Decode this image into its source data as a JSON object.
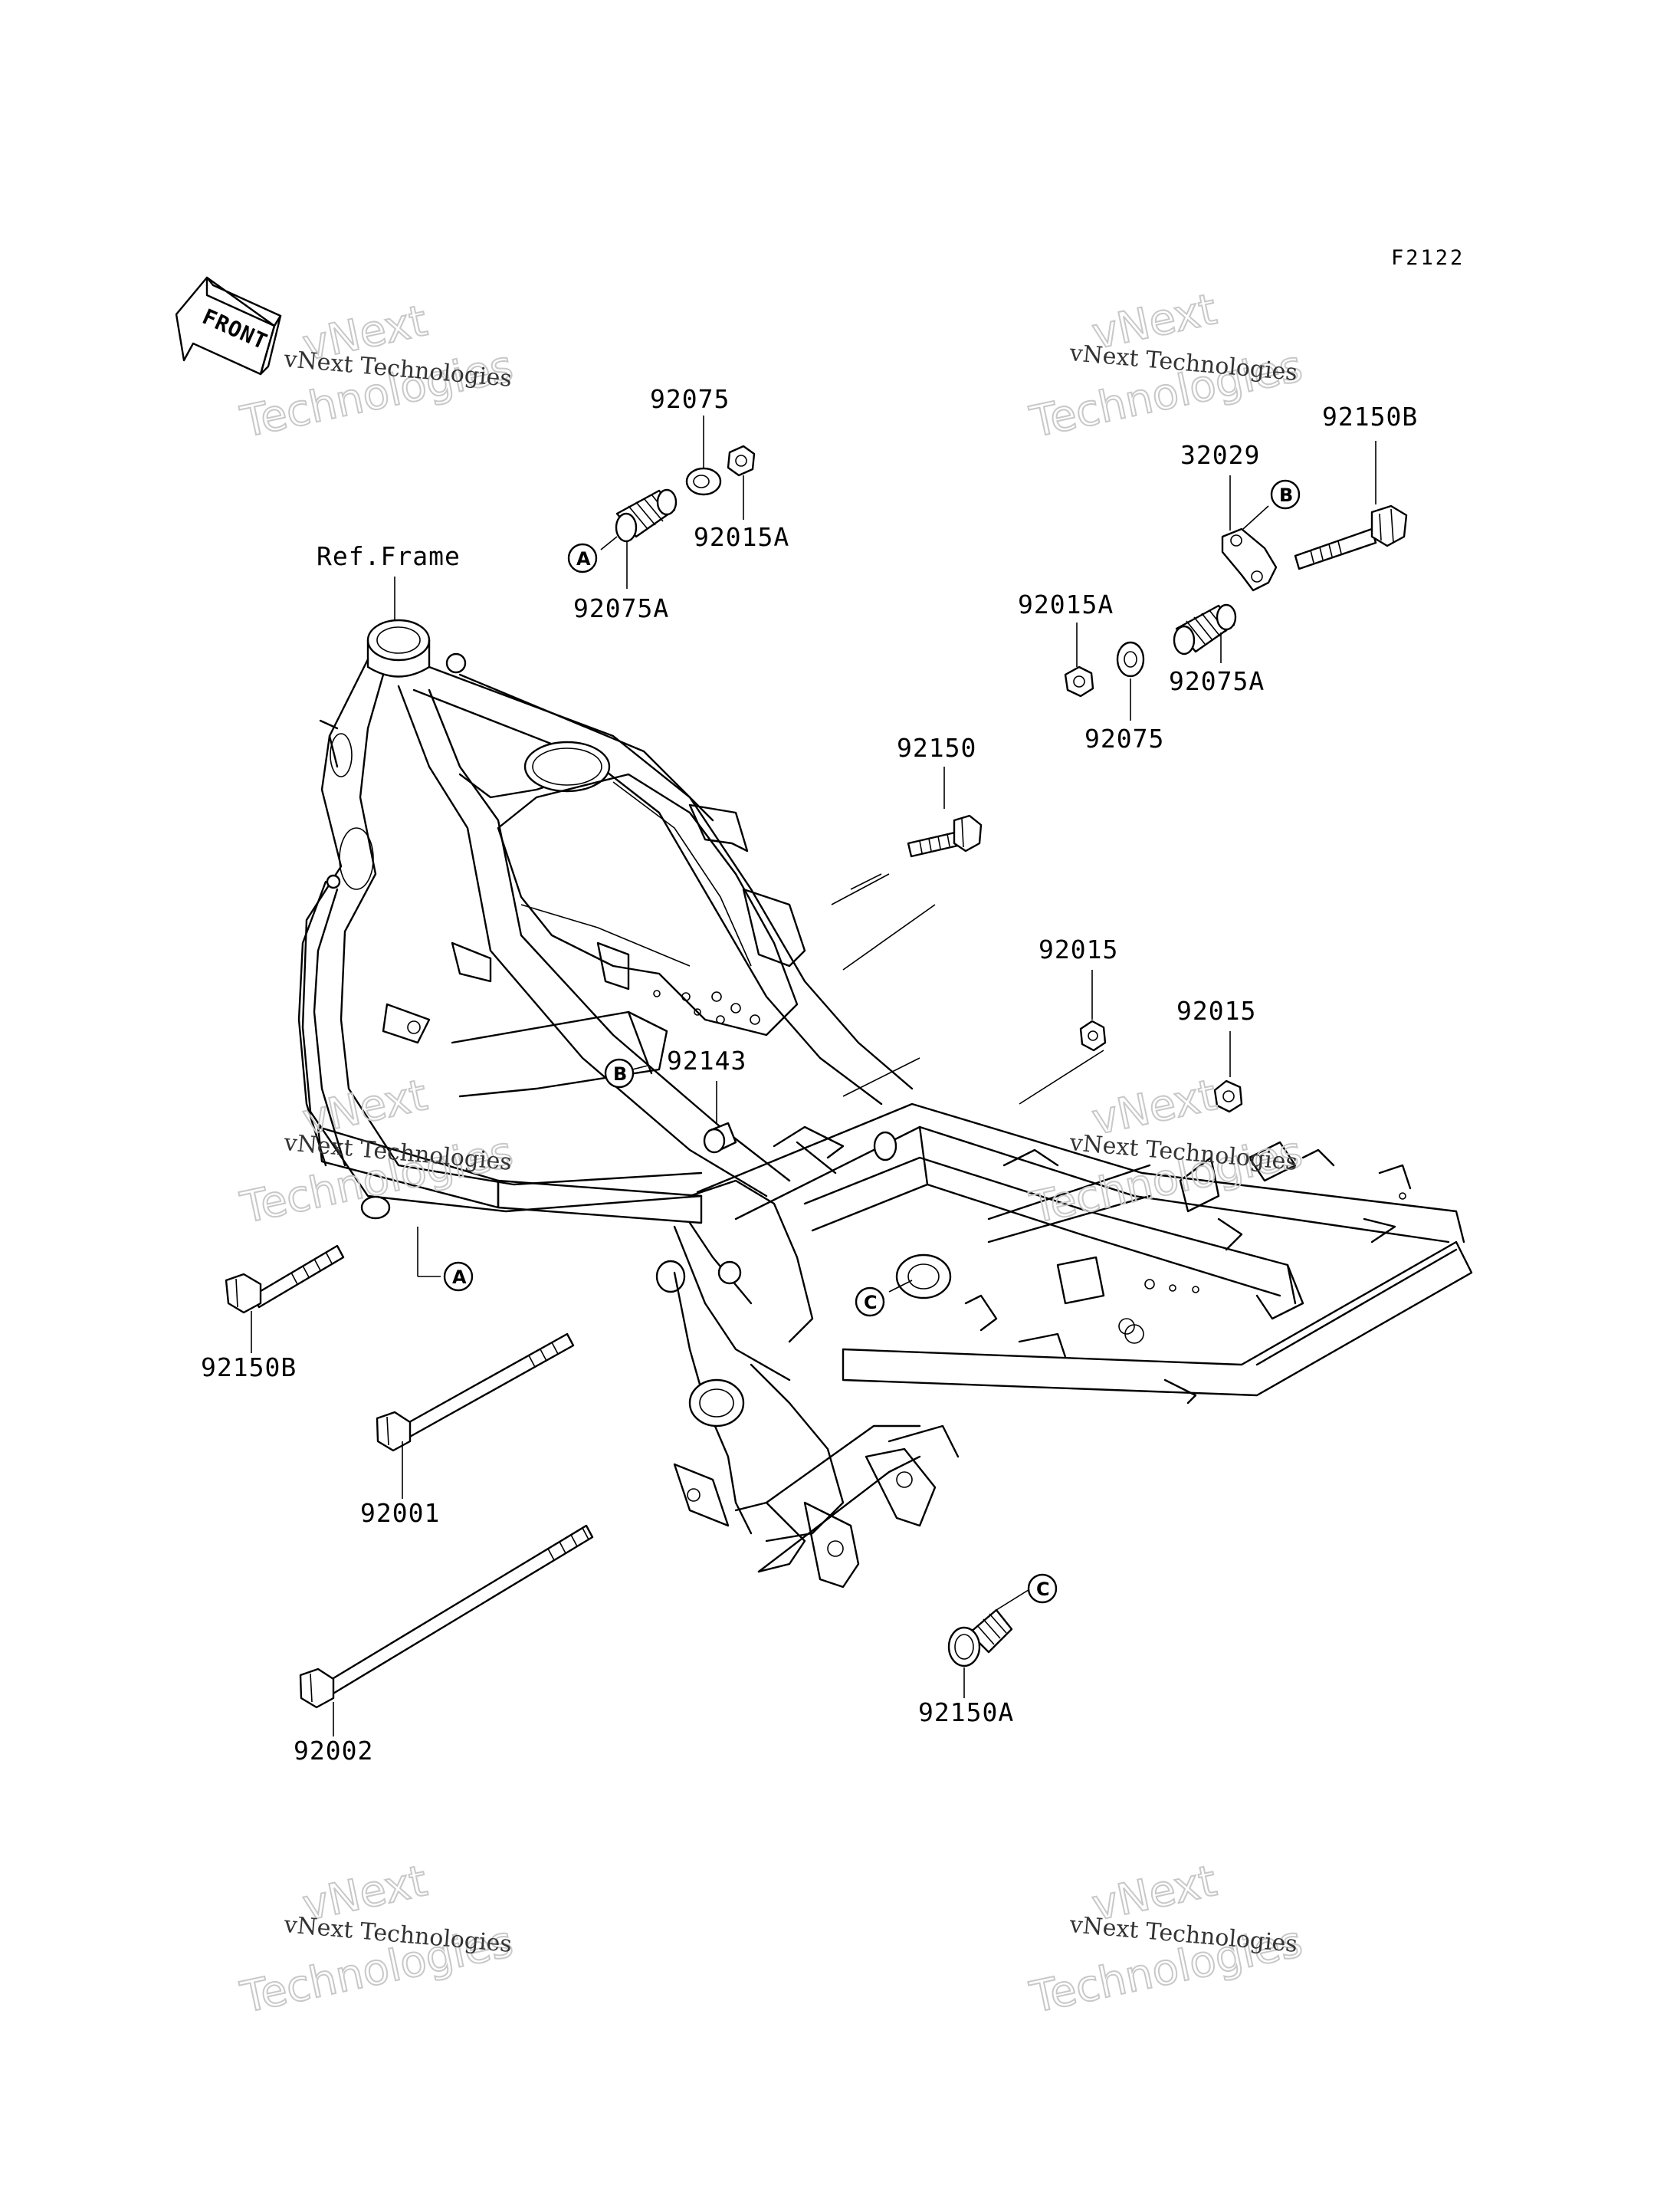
{
  "diagram": {
    "code": "F2122",
    "front_label": "FRONT",
    "ref_label": "Ref.Frame",
    "parts": [
      {
        "number": "92075"
      },
      {
        "number": "92015A"
      },
      {
        "number": "92075A"
      },
      {
        "number": "92150B"
      },
      {
        "number": "32029"
      },
      {
        "number": "92015A"
      },
      {
        "number": "92075A"
      },
      {
        "number": "92075"
      },
      {
        "number": "92150"
      },
      {
        "number": "92015"
      },
      {
        "number": "92015"
      },
      {
        "number": "92143"
      },
      {
        "number": "92150B"
      },
      {
        "number": "92001"
      },
      {
        "number": "92002"
      },
      {
        "number": "92150A"
      }
    ],
    "callouts": [
      "A",
      "B",
      "B",
      "A",
      "C",
      "C"
    ]
  },
  "watermark": {
    "small": "vNext Technologies",
    "big_top": "vNext",
    "big_bottom": "Technologies"
  }
}
